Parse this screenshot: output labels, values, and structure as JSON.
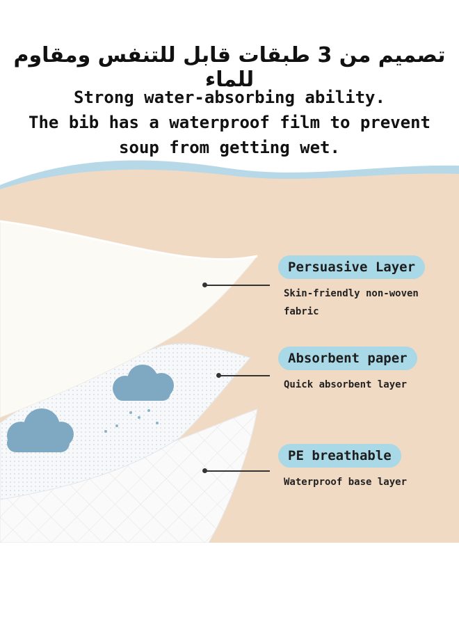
{
  "header": {
    "arabic_title": "تصميم من 3 طبقات قابل للتنفس ومقاوم للماء",
    "lines": [
      "Strong water-absorbing ability.",
      "The bib has a waterproof film to prevent",
      "soup from getting wet."
    ]
  },
  "layers": [
    {
      "title": "Persuasive Layer",
      "description_lines": [
        "Skin-friendly non-woven",
        "fabric"
      ]
    },
    {
      "title": "Absorbent paper",
      "description_lines": [
        "Quick absorbent layer"
      ]
    },
    {
      "title": "PE breathable",
      "description_lines": [
        "Waterproof base layer"
      ]
    }
  ],
  "colors": {
    "background_panel": "#f1dac4",
    "wave_blue": "#b7d8e6",
    "pill_blue": "#a9d8e6",
    "layer_white": "#fbfaf5",
    "cloud_blue": "#7fa9c2"
  }
}
